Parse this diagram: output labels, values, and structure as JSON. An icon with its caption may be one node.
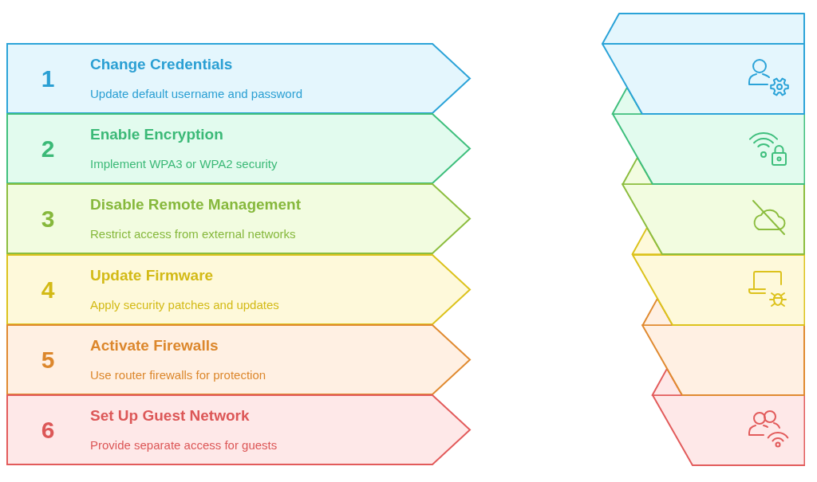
{
  "diagram": {
    "nodes": [
      {
        "text": [
          "1",
          "Change Credentials",
          "Update default username and password"
        ]
      },
      {
        "text": [
          "2",
          "Enable Encryption",
          "Implement WPA3 or WPA2 security"
        ]
      },
      {
        "text": [
          "3",
          "Disable Remote Management",
          "Restrict access from external networks"
        ]
      },
      {
        "text": [
          "4",
          "Update Firmware",
          "Apply security patches and updates"
        ]
      },
      {
        "text": [
          "5",
          "Activate Firewalls",
          "Use router firewalls for protection"
        ]
      },
      {
        "text": [
          "6",
          "Set Up Guest Network",
          "Provide separate access for guests"
        ]
      },
      {
        "text": [],
        "shape": "band"
      },
      {
        "text": [],
        "shape": "band"
      },
      {
        "text": [],
        "shape": "band"
      },
      {
        "text": [],
        "shape": "band"
      },
      {
        "text": [],
        "shape": "band"
      },
      {
        "text": [],
        "shape": "band"
      }
    ]
  }
}
